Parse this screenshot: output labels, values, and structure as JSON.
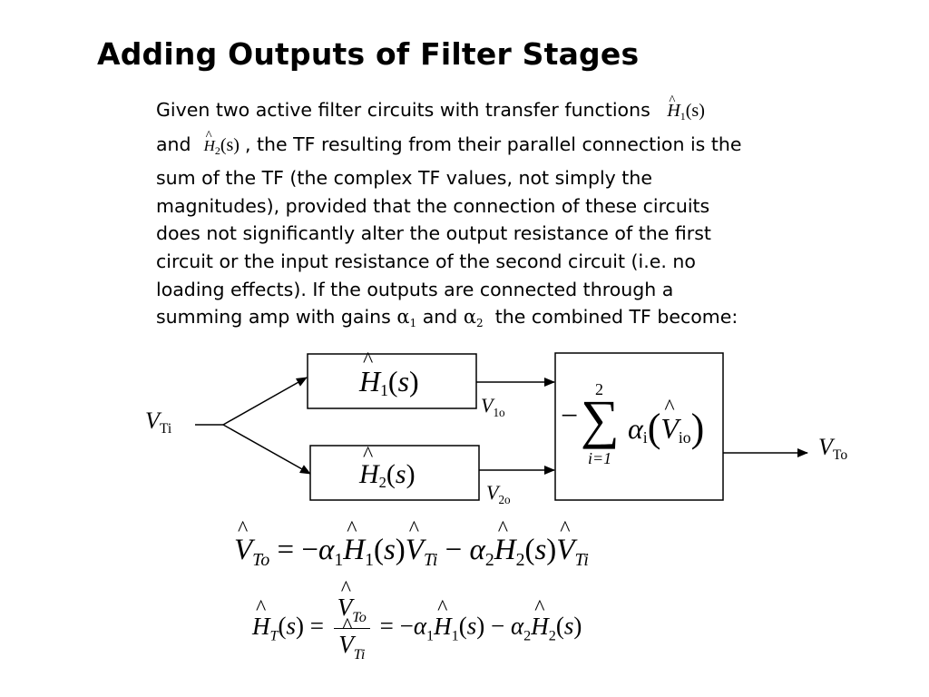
{
  "title": "Adding Outputs of Filter Stages",
  "paragraph": {
    "line1": "Given two active filter circuits with transfer functions",
    "line2_a": "and",
    "line2_b": ", the TF resulting from their parallel connection is the",
    "line3": "sum of the TF (the complex TF values, not simply the",
    "line4": "magnitudes), provided that the connection of these circuits",
    "line5": "does not significantly alter the output resistance of the first",
    "line6": "circuit or the input resistance of the second circuit (i.e. no",
    "line7": "loading effects).  If the outputs are connected through a",
    "line8_a": "summing amp with gains",
    "line8_and": "and",
    "line8_b": "the combined TF become:"
  },
  "symbols": {
    "H": "H",
    "s_arg": "(s)",
    "one": "1",
    "two": "2",
    "alpha": "α",
    "V": "V",
    "Ti": "Ti",
    "To": "To",
    "o1": "1o",
    "o2": "2o",
    "io": "io",
    "i": "i",
    "T": "T",
    "sum": "∑",
    "minus": "−",
    "equals": "=",
    "i_eq_1": "i=1"
  },
  "diagram": {
    "input_label": "V",
    "input_sub": "Ti",
    "output_label": "V",
    "output_sub": "To",
    "v1_label": "V",
    "v1_sub": "1o",
    "v2_label": "V",
    "v2_sub": "2o",
    "sum_upper": "2",
    "sum_lower": "i=1"
  },
  "colors": {
    "ink": "#000000",
    "background": "#ffffff"
  }
}
